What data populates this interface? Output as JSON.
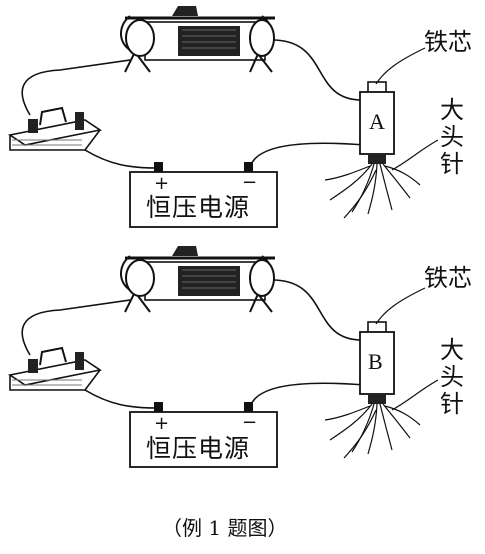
{
  "circuits": [
    {
      "id": "top",
      "electromagnet_letter": "A",
      "power_supply_label": "恒压电源",
      "plus_sign": "+",
      "minus_sign": "−",
      "core_label": "铁芯",
      "pins_label": [
        "大",
        "头",
        "针"
      ]
    },
    {
      "id": "bottom",
      "electromagnet_letter": "B",
      "power_supply_label": "恒压电源",
      "plus_sign": "+",
      "minus_sign": "−",
      "core_label": "铁芯",
      "pins_label": [
        "大",
        "头",
        "针"
      ]
    }
  ],
  "caption": "（例 1 题图）"
}
